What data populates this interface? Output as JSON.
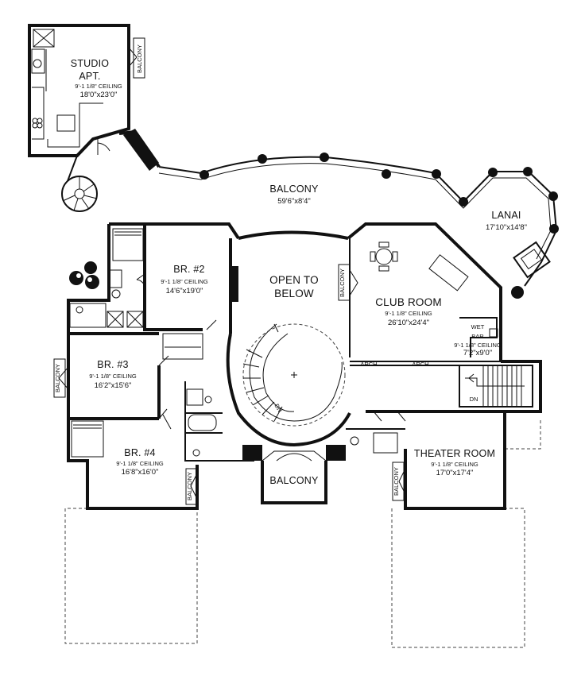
{
  "rooms": {
    "studio": {
      "name_line1": "STUDIO",
      "name_line2": "APT.",
      "ceiling": "9'-1 1/8\" CEILING",
      "size": "18'0\"x23'0\""
    },
    "balcony_top": {
      "name": "BALCONY",
      "size": "59'6\"x8'4\""
    },
    "lanai": {
      "name": "LANAI",
      "size": "17'10\"x14'8\""
    },
    "br2": {
      "name": "BR. #2",
      "ceiling": "9'-1 1/8\" CEILING",
      "size": "14'6\"x19'0\""
    },
    "open_to_below": {
      "line1": "OPEN TO",
      "line2": "BELOW"
    },
    "club_room": {
      "name": "CLUB ROOM",
      "ceiling": "9'-1 1/8\" CEILING",
      "size": "26'10\"x24'4\""
    },
    "wet_bar": {
      "line1": "WET",
      "line2": "BAR",
      "ceiling": "9'-1 1/8\" CEILING",
      "size": "7'2\"x9'0\""
    },
    "br3": {
      "name": "BR. #3",
      "ceiling": "9'-1 1/8\" CEILING",
      "size": "16'2\"x15'6\""
    },
    "br4": {
      "name": "BR. #4",
      "ceiling": "9'-1 1/8\" CEILING",
      "size": "16'8\"x16'0\""
    },
    "theater": {
      "name": "THEATER ROOM",
      "ceiling": "9'-1 1/8\" CEILING",
      "size": "17'0\"x17'4\""
    },
    "balcony_front": {
      "name": "BALCONY"
    }
  },
  "small_labels": {
    "balcony_tag": "BALCONY",
    "arch": "ARCH.",
    "dn": "DN"
  }
}
